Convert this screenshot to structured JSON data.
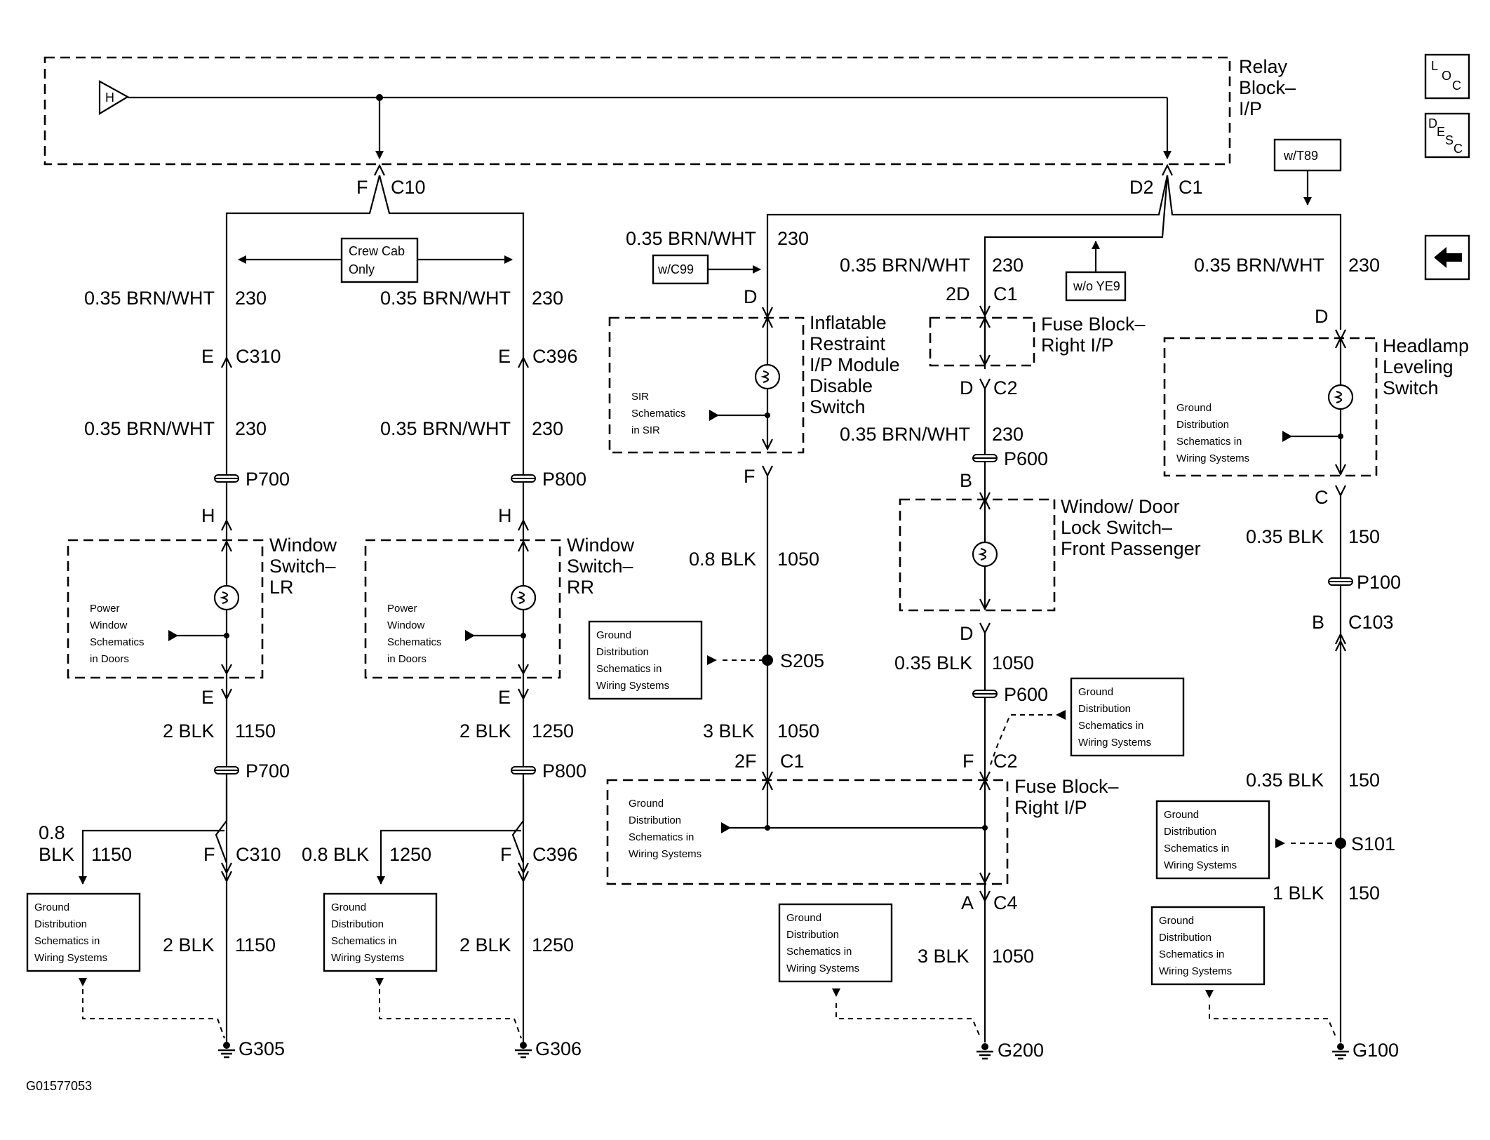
{
  "relay_block": {
    "name": "Relay\nBlock–\nI/P",
    "feed_symbol": "H"
  },
  "nav": {
    "loc_1": "L",
    "loc_2": "O",
    "loc_3": "C",
    "desc_1": "D",
    "desc_2": "E",
    "desc_3": "S",
    "desc_4": "C",
    "back_icon": "arrow-left-icon"
  },
  "options": {
    "wt89": "w/T89",
    "wc99": "w/C99",
    "woye9": "w/o YE9",
    "crew_cab": "Crew Cab\nOnly"
  },
  "relay_pins": {
    "left_pin": "F",
    "left_conn": "C10",
    "right_pin": "D2",
    "right_conn": "C1"
  },
  "wire_230": "0.35 BRN/WHT",
  "circuit_230": "230",
  "branch_lr": {
    "conn1_pin": "E",
    "conn1": "C310",
    "inline1": "P700",
    "pin_h": "H",
    "switch_name": "Window\nSwitch–\nLR",
    "ref": "Power\nWindow\nSchematics\nin Doors",
    "pin_e": "E",
    "wire_out": "2 BLK",
    "circ_out": "1150",
    "inline2": "P700",
    "conn2_pin": "F",
    "conn2": "C310",
    "tap_wire": "0.8\nBLK",
    "tap_circ": "1150",
    "ground_ref": "Ground\nDistribution\nSchematics in\nWiring Systems",
    "wire_low": "2 BLK",
    "circ_low": "1150",
    "ground": "G305"
  },
  "branch_rr": {
    "conn1_pin": "E",
    "conn1": "C396",
    "inline1": "P800",
    "pin_h": "H",
    "switch_name": "Window\nSwitch–\nRR",
    "ref": "Power\nWindow\nSchematics\nin Doors",
    "pin_e": "E",
    "wire_out": "2 BLK",
    "circ_out": "1250",
    "inline2": "P800",
    "conn2_pin": "F",
    "conn2": "C396",
    "tap_wire": "0.8 BLK",
    "tap_circ": "1250",
    "ground_ref": "Ground\nDistribution\nSchematics in\nWiring Systems",
    "wire_low": "2 BLK",
    "circ_low": "1250",
    "ground": "G306"
  },
  "branch_sir": {
    "pin_d": "D",
    "module_name": "Inflatable\nRestraint\nI/P Module\nDisable\nSwitch",
    "ref": "SIR\nSchematics\nin SIR",
    "pin_f": "F",
    "wire_1": "0.8 BLK",
    "circ_1": "1050",
    "splice": "S205",
    "splice_ref": "Ground\nDistribution\nSchematics in\nWiring Systems",
    "wire_2": "3 BLK",
    "circ_2": "1050",
    "conn_pin": "2F",
    "conn": "C1"
  },
  "branch_fuse": {
    "pin_2d": "2D",
    "conn_c1": "C1",
    "fuse_block": "Fuse Block–\nRight I/P",
    "pin_d": "D",
    "conn_c2": "C2",
    "inline": "P600",
    "pin_b": "B",
    "switch_name": "Window/ Door\nLock Switch–\nFront Passenger",
    "pin_d2": "D",
    "wire_1": "0.35 BLK",
    "circ_1": "1050",
    "inline2": "P600",
    "side_ref": "Ground\nDistribution\nSchematics in\nWiring Systems",
    "pin_f": "F",
    "conn_c2b": "C2",
    "fuse_block2": "Fuse Block–\nRight I/P",
    "inner_ref": "Ground\nDistribution\nSchematics in\nWiring Systems",
    "pin_a": "A",
    "conn_c4": "C4",
    "wire_2": "3 BLK",
    "circ_2": "1050",
    "ground_ref": "Ground\nDistribution\nSchematics in\nWiring Systems",
    "ground": "G200"
  },
  "branch_headlamp": {
    "pin_d": "D",
    "switch_name": "Headlamp\nLeveling\nSwitch",
    "ref": "Ground\nDistribution\nSchematics in\nWiring Systems",
    "pin_c": "C",
    "wire_1": "0.35 BLK",
    "circ_1": "150",
    "inline": "P100",
    "pin_b": "B",
    "conn_c103": "C103",
    "wire_2": "0.35 BLK",
    "circ_2": "150",
    "splice": "S101",
    "splice_ref": "Ground\nDistribution\nSchematics in\nWiring Systems",
    "wire_3": "1 BLK",
    "circ_3": "150",
    "ground_ref": "Ground\nDistribution\nSchematics in\nWiring Systems",
    "ground": "G100"
  },
  "figure_id": "G01577053"
}
